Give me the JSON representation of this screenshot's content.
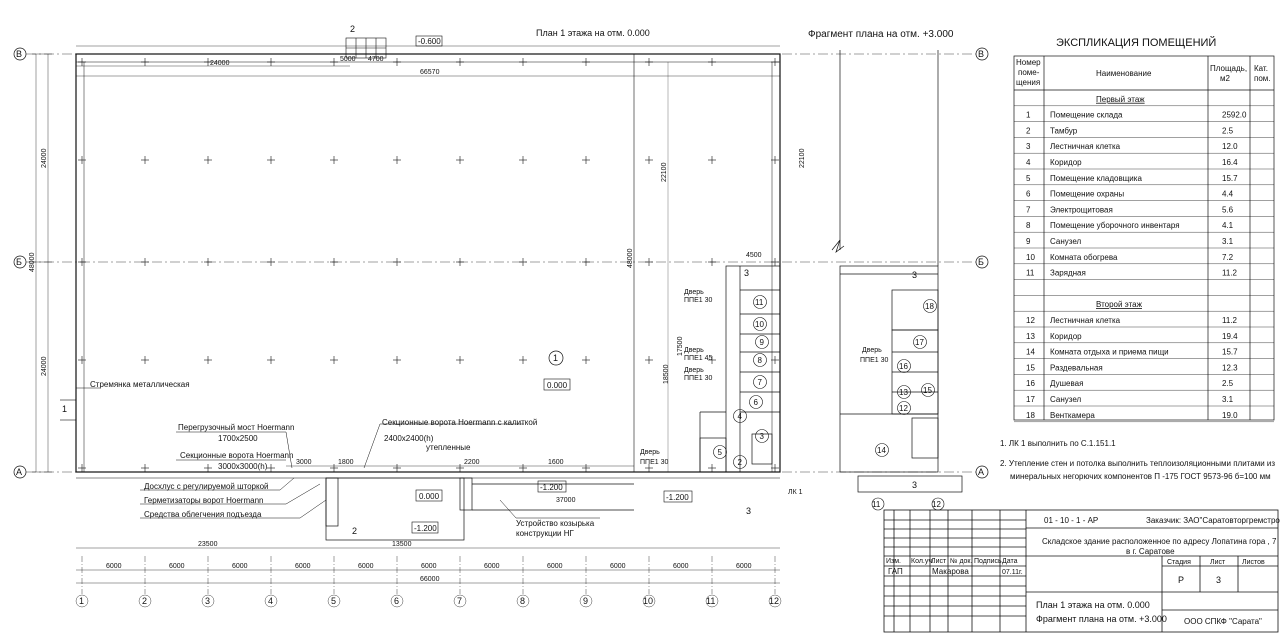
{
  "titles": {
    "plan1": "План 1 этажа  на отм. 0.000",
    "fragment": "Фрагмент плана на отм. +3.000"
  },
  "axes_letters": {
    "v": "В",
    "b": "Б",
    "a": "А"
  },
  "axes_numbers": [
    "1",
    "2",
    "3",
    "4",
    "5",
    "6",
    "7",
    "8",
    "9",
    "10",
    "11",
    "12"
  ],
  "frag_axes": [
    "11",
    "12"
  ],
  "marks": {
    "room1": "1",
    "level_floor": "0.000",
    "level_ramp": "0.000",
    "level_m0600": "-0.600",
    "level_m1200a": "-1.200",
    "level_m1200b": "-1.200",
    "level_m1200c": "-1.200",
    "section2": "2",
    "section3": "3",
    "section1": "1",
    "fragment_section3": "3",
    "sect_ref": "ЛК 1"
  },
  "dims": {
    "overall_top": "66570",
    "left_top": "24000",
    "top_small_a": "5000",
    "top_small_b": "4700",
    "span_a_b": "24000",
    "span_b_v": "24000",
    "total_ab": "48000",
    "inner_height_a": "22100",
    "inner_height_b": "22100",
    "inner_height_c": "48000",
    "inner_height_d": "17500",
    "inner_height_e": "18500",
    "col_spacing": "6000",
    "total_bottom": "66000",
    "bottom_sub": "23500",
    "bottom_sub2": "13500",
    "bottom_ramp": "37000",
    "frag_w": "4500",
    "gate_1": "3000",
    "gate_2": "1800",
    "gate_3": "2200",
    "gate_4": "1600"
  },
  "labels": {
    "ladder": "Стремянка металлическая",
    "dock_bridge": "Перегрузочный мост Hoermann",
    "dock_bridge_size": "1700x2500",
    "sect_gate_wicket": "Секционные ворота Hoermann с калиткой",
    "sect_gate_wicket_size": "2400x2400(h)",
    "insulated": "утепленные",
    "sect_gate": "Секционные ворота Hoermann",
    "sect_gate_size": "3000x3000(h)",
    "canopy": "Досхлус с регулируемой шторкой",
    "sealant": "Герметизаторы ворот Hoermann",
    "ramp_means": "Средства облегчения подъезда",
    "porch": "Устройство козырька",
    "porch2": "конструкции НГ",
    "door1": "Дверь",
    "door1b": "ППЕ1 30",
    "door2": "Дверь",
    "door2b": "ППЕ1 45",
    "door3": "Дверь",
    "door3b": "ППЕ1 30",
    "door4": "Дверь",
    "door4b": "ППЕ1 30",
    "door5": "Дверь",
    "door5b": "ППЕ1 30"
  },
  "explication": {
    "title": "ЭКСПЛИКАЦИЯ  ПОМЕЩЕНИЙ",
    "col_num": [
      "Номер",
      "поме-",
      "щения"
    ],
    "col_name": "Наименование",
    "col_area": [
      "Площадь,",
      "м2"
    ],
    "col_cat": [
      "Кат.",
      "пом."
    ],
    "floor1": "Первый этаж",
    "floor2": "Второй этаж",
    "rows1": [
      {
        "n": "1",
        "name": "Помещение склада",
        "area": "2592.0"
      },
      {
        "n": "2",
        "name": "Тамбур",
        "area": "2.5"
      },
      {
        "n": "3",
        "name": "Лестничная клетка",
        "area": "12.0"
      },
      {
        "n": "4",
        "name": "Коридор",
        "area": "16.4"
      },
      {
        "n": "5",
        "name": "Помещение кладовщика",
        "area": "15.7"
      },
      {
        "n": "6",
        "name": "Помещение охраны",
        "area": "4.4"
      },
      {
        "n": "7",
        "name": "Электрощитовая",
        "area": "5.6"
      },
      {
        "n": "8",
        "name": "Помещение уборочного инвентаря",
        "area": "4.1"
      },
      {
        "n": "9",
        "name": "Санузел",
        "area": "3.1"
      },
      {
        "n": "10",
        "name": "Комната обогрева",
        "area": "7.2"
      },
      {
        "n": "11",
        "name": "Зарядная",
        "area": "11.2"
      }
    ],
    "rows2": [
      {
        "n": "12",
        "name": "Лестничная клетка",
        "area": "11.2"
      },
      {
        "n": "13",
        "name": "Коридор",
        "area": "19.4"
      },
      {
        "n": "14",
        "name": "Комната отдыха и приема пищи",
        "area": "15.7"
      },
      {
        "n": "15",
        "name": "Раздевальная",
        "area": "12.3"
      },
      {
        "n": "16",
        "name": "Душевая",
        "area": "2.5"
      },
      {
        "n": "17",
        "name": "Санузел",
        "area": "3.1"
      },
      {
        "n": "18",
        "name": "Венткамера",
        "area": "19.0"
      }
    ]
  },
  "notes": [
    "1.  ЛК 1 выполнить по С.1.151.1",
    "2.  Утепление стен и потолка выполнить  теплоизоляционными плитами из",
    "минеральных  негорючих компонентов П -175 ГОСТ 9573-96  б=100 мм"
  ],
  "stamp": {
    "code": "01 - 10 - 1 - АР",
    "customer": "Заказчик: ЗАО\"Саратовторгремстрой\"",
    "object1": "Складское здание расположенное по адресу Лопатина гора , 7",
    "object2": "в г. Саратове",
    "h_izm": "Изм.",
    "h_kol": "Кол.уч.",
    "h_list": "Лист",
    "h_doc": "№ док.",
    "h_sign": "Подпись",
    "h_date": "Дата",
    "role": "ГАП",
    "name": "Макарова",
    "date": "07.11г.",
    "stage_h": "Стадия",
    "sheet_h": "Лист",
    "sheets_h": "Листов",
    "stage": "Р",
    "sheet": "3",
    "sheets": "",
    "sheet_title1": "План 1 этажа  на отм. 0.000",
    "sheet_title2": "Фрагмент плана на отм. +3.000",
    "org": "ООО СПКФ \"Сарата\""
  }
}
